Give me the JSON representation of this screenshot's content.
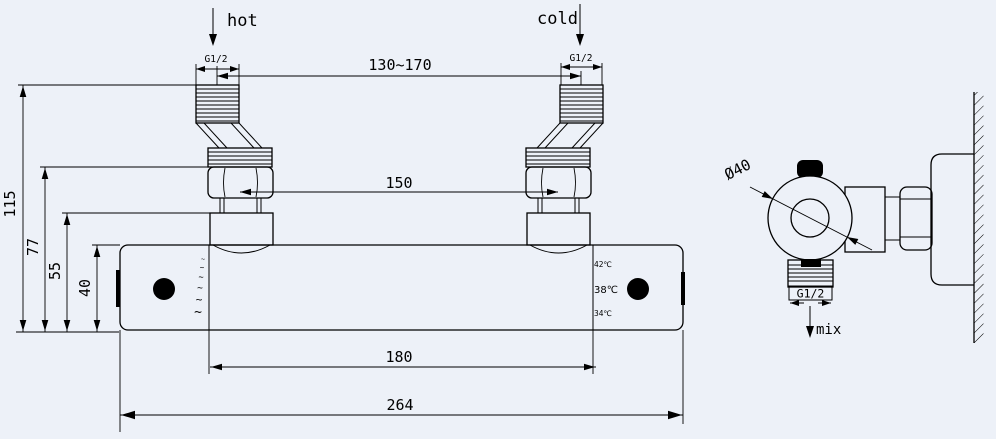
{
  "drawing": {
    "colors": {
      "background": "#edf1f8",
      "line": "#000000"
    },
    "labels": {
      "hot": "hot",
      "cold": "cold",
      "mix": "mix",
      "g_half": "G1/2",
      "diameter": "Ø40",
      "wave": "~"
    },
    "dimensions": {
      "top_span": "130~170",
      "center_span": "150",
      "inner_width": "180",
      "total_width": "264",
      "total_height": "115",
      "nut_height": "77",
      "connector_height": "55",
      "body_height": "40"
    },
    "temperature_marks": [
      "42℃",
      "38℃",
      "34℃"
    ]
  }
}
